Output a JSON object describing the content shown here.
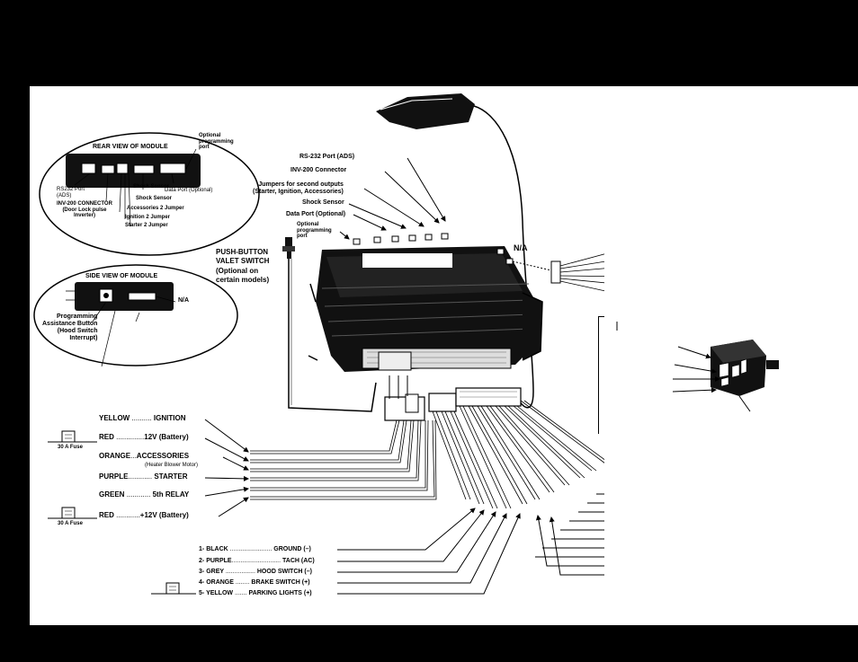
{
  "rear_view": {
    "title": "REAR VIEW OF MODULE",
    "labels": {
      "optional_port": "Optional\nprogramming\nport",
      "shock_sensor_top": "Shock Sensor",
      "data_port": "Data Port (Optional)",
      "rs232": "RS232 Port\n(ADS)",
      "shock_sensor": "Shock Sensor",
      "inv200": "INV-200 CONNECTOR\n(Door Lock pulse\nInverter)",
      "acc2": "Accessories 2 Jumper",
      "ign2": "Ignition 2 Jumper",
      "start2": "Starter 2 Jumper"
    }
  },
  "side_view": {
    "title": "SIDE VIEW OF MODULE",
    "na": "N/A",
    "prog_button": "Programming\nAssistance Button\n(Hood Switch\nInterrupt)"
  },
  "top_callouts": {
    "rs232": "RS-232 Port (ADS)",
    "inv200": "INV-200 Connector",
    "jumpers": "Jumpers for second outputs\n(Starter, Ignition, Accessories)",
    "shock": "Shock Sensor",
    "data_port": "Data Port (Optional)",
    "opt_port": "Optional\nprogramming\nport"
  },
  "na_label": "N/A",
  "valet_switch": "PUSH-BUTTON\nVALET SWITCH\n(Optional on\ncertain models)",
  "fuse_label": "30 A Fuse",
  "left_wires": [
    {
      "name": "YELLOW",
      "dots": "..........",
      "func": "IGNITION"
    },
    {
      "name": "RED",
      "dots": "..............",
      "func": "12V (Battery)"
    },
    {
      "name": "ORANGE",
      "dots": "...",
      "func": "ACCESSORIES",
      "sub": "(Heater Blower Motor)"
    },
    {
      "name": "PURPLE",
      "dots": "............",
      "func": "STARTER"
    },
    {
      "name": "GREEN",
      "dots": "............",
      "func": "5th RELAY"
    },
    {
      "name": "RED",
      "dots": "............",
      "func": "+12V (Battery)"
    }
  ],
  "bottom_wires": [
    {
      "num": "1-",
      "name": "BLACK",
      "dots": "........................",
      "func": "GROUND (–)"
    },
    {
      "num": "2-",
      "name": "PURPLE",
      "dots": "............................",
      "func": "TACH (AC)"
    },
    {
      "num": "3-",
      "name": "GREY",
      "dots": ".................",
      "func": "HOOD SWITCH (–)"
    },
    {
      "num": "4-",
      "name": "ORANGE",
      "dots": "........",
      "func": "BRAKE SWITCH (+)"
    },
    {
      "num": "5-",
      "name": "YELLOW",
      "dots": ".......",
      "func": "PARKING LIGHTS (+)"
    }
  ]
}
